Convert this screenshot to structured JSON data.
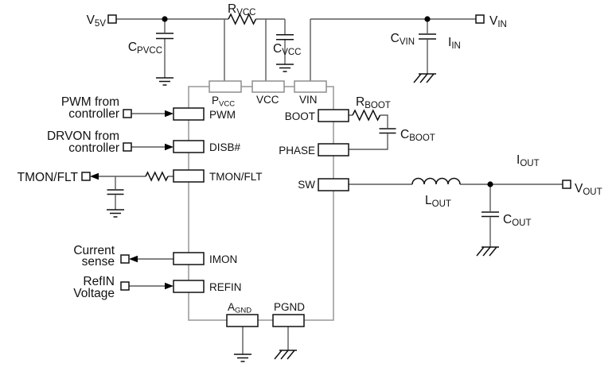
{
  "diagram": {
    "type": "power-stage-schematic",
    "colors": {
      "background": "#ffffff",
      "wire": "#5a5a5a",
      "ic_outline": "#909090",
      "symbol": "#111111"
    },
    "terminals": {
      "v5v": {
        "main": "V",
        "sub": "5V"
      },
      "vin": {
        "main": "V",
        "sub": "IN"
      },
      "vout": {
        "main": "V",
        "sub": "OUT"
      },
      "iin": {
        "main": "I",
        "sub": "IN"
      },
      "iout": {
        "main": "I",
        "sub": "OUT"
      },
      "tmon_flt": "TMON/FLT"
    },
    "inputs": {
      "pwm": [
        "PWM from",
        "controller"
      ],
      "drvon": [
        "DRVON from",
        "controller"
      ],
      "isense": [
        "Current",
        "sense"
      ],
      "refin": [
        "RefIN",
        "Voltage"
      ]
    },
    "ic_pins": {
      "pvcc": {
        "main": "P",
        "sub": "VCC"
      },
      "vcc": "VCC",
      "vin": "VIN",
      "pwm": "PWM",
      "disb": "DISB#",
      "tmon": "TMON/FLT",
      "imon": "IMON",
      "refin": "REFIN",
      "boot": "BOOT",
      "phase": "PHASE",
      "sw": "SW",
      "agnd": {
        "main": "A",
        "sub": "GND"
      },
      "pgnd": "PGND"
    },
    "components": {
      "rvcc": {
        "main": "R",
        "sub": "VCC"
      },
      "cpvcc": {
        "main": "C",
        "sub": "PVCC"
      },
      "cvcc": {
        "main": "C",
        "sub": "VCC"
      },
      "cvin": {
        "main": "C",
        "sub": "VIN"
      },
      "rboot": {
        "main": "R",
        "sub": "BOOT"
      },
      "cboot": {
        "main": "C",
        "sub": "BOOT"
      },
      "lout": {
        "main": "L",
        "sub": "OUT"
      },
      "cout": {
        "main": "C",
        "sub": "OUT"
      }
    }
  }
}
